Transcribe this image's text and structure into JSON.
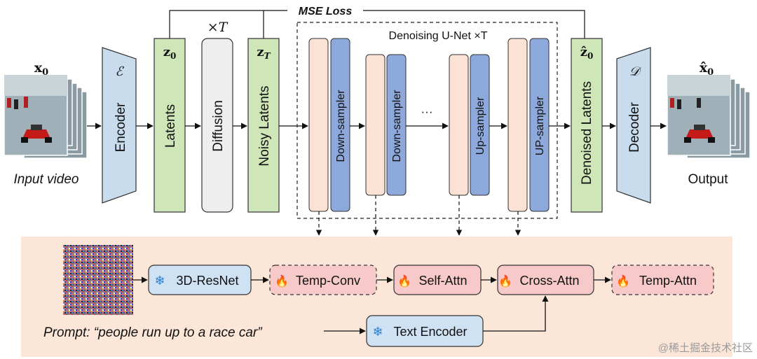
{
  "loss": {
    "label": "MSE Loss"
  },
  "input": {
    "symbol": "x",
    "subscript": "0",
    "caption": "Input video"
  },
  "encoder": {
    "symbol": "ℰ",
    "label": "Encoder"
  },
  "latents": {
    "symbol": "z",
    "subscript": "0",
    "label": "Latents"
  },
  "diffusion": {
    "repeat": "×T",
    "label": "Diffusion"
  },
  "noisy_latents": {
    "symbol": "z",
    "subscript": "T",
    "label": "Noisy Latents"
  },
  "unet": {
    "title": "Denoising U-Net ×T",
    "blocks": [
      {
        "label": "Down-sampler"
      },
      {
        "label": "Down-sampler"
      },
      {
        "label": "Up-sampler"
      },
      {
        "label": "UP-sampler"
      }
    ],
    "ellipsis": "···"
  },
  "denoised_latents": {
    "symbol": "ẑ",
    "subscript": "0",
    "label": "Denoised Latents"
  },
  "decoder": {
    "symbol": "𝒟",
    "label": "Decoder"
  },
  "output": {
    "symbol": "x̂",
    "subscript": "0",
    "caption": "Output"
  },
  "detail": {
    "modules": [
      {
        "label": "3D-ResNet",
        "icon": "snowflake-icon"
      },
      {
        "label": "Temp-Conv",
        "icon": "fire-icon"
      },
      {
        "label": "Self-Attn",
        "icon": "fire-icon"
      },
      {
        "label": "Cross-Attn",
        "icon": "fire-icon"
      },
      {
        "label": "Temp-Attn",
        "icon": "fire-icon"
      }
    ],
    "text_encoder": {
      "label": "Text Encoder",
      "icon": "snowflake-icon"
    },
    "prompt": "Prompt: “people run up to a race car”"
  },
  "watermark": "@稀土掘金技术社区",
  "colors": {
    "encoder_blue": "#c9dced",
    "latent_green": "#cfe6b8",
    "diffusion_gray": "#eeeeee",
    "unet_peach": "#fbe2d4",
    "unet_blue": "#8da9db",
    "bottom_panel": "#fbe6d8",
    "module_red": "#f8c9c9",
    "module_blue": "#cfe2f3"
  }
}
